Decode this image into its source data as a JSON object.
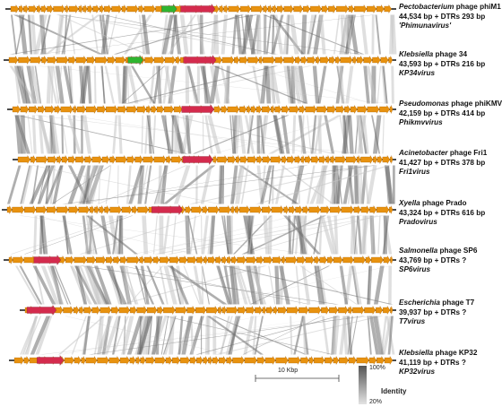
{
  "genomes": [
    {
      "name_italic": "Pectobacterium",
      "name_rest": " phage phiM1",
      "size": "44,534 bp + DTRs 293 bp",
      "genus": "'Phimunavirus'",
      "start": 12,
      "end": 438,
      "special": [
        {
          "color": "#2fb52f",
          "from": 0.395,
          "to": 0.435
        },
        {
          "color": "#d42b4d",
          "from": 0.445,
          "to": 0.535
        }
      ]
    },
    {
      "name_italic": "Klebsiella",
      "name_rest": " phage 34",
      "size": "43,593 bp + DTRs 216 bp",
      "genus": "KP34virus",
      "start": 10,
      "end": 438,
      "special": [
        {
          "color": "#2fb52f",
          "from": 0.31,
          "to": 0.35
        },
        {
          "color": "#d42b4d",
          "from": 0.455,
          "to": 0.54
        }
      ]
    },
    {
      "name_italic": "Pseudomonas",
      "name_rest": " phage phiKMV",
      "size": "42,159 bp + DTRs 414 bp",
      "genus": "Phikmvvirus",
      "start": 14,
      "end": 438,
      "special": [
        {
          "color": "#d42b4d",
          "from": 0.445,
          "to": 0.53
        }
      ]
    },
    {
      "name_italic": "Acinetobacter",
      "name_rest": " phage Fri1",
      "size": "41,427 bp + DTRs 378 bp",
      "genus": "Fri1virus",
      "start": 20,
      "end": 438,
      "special": [
        {
          "color": "#d42b4d",
          "from": 0.44,
          "to": 0.52
        }
      ]
    },
    {
      "name_italic": "Xyella",
      "name_rest": " phage Prado",
      "size": "43,324 bp + DTRs 616 bp",
      "genus": "Pradovirus",
      "start": 8,
      "end": 438,
      "special": [
        {
          "color": "#d42b4d",
          "from": 0.375,
          "to": 0.455
        }
      ]
    },
    {
      "name_italic": "Salmonella",
      "name_rest": " phage SP6",
      "size": "43,769 bp + DTRs ?",
      "genus": "SP6virus",
      "start": 10,
      "end": 438,
      "special": [
        {
          "color": "#d42b4d",
          "from": 0.065,
          "to": 0.135
        }
      ]
    },
    {
      "name_italic": "Escherichia",
      "name_rest": " phage T7",
      "size": "39,937 bp + DTRs ?",
      "genus": "T7virus",
      "start": 28,
      "end": 438,
      "special": [
        {
          "color": "#d42b4d",
          "from": 0.005,
          "to": 0.085
        }
      ]
    },
    {
      "name_italic": "Klebsiella",
      "name_rest": " phage KP32",
      "size": "41,119 bp + DTRs ?",
      "genus": "KP32virus",
      "start": 16,
      "end": 438,
      "special": [
        {
          "color": "#d42b4d",
          "from": 0.06,
          "to": 0.13
        }
      ]
    }
  ],
  "scale_bar": {
    "label": "10 Kbp"
  },
  "legend": {
    "title": "Identity",
    "max_label": "100%",
    "min_label": "20%"
  },
  "colors": {
    "gene": "#e8920f",
    "gene_dark": "#a8610a",
    "backbone": "#111111",
    "link_light": "#c4c4c4",
    "link_dark": "#6e6e6e"
  }
}
